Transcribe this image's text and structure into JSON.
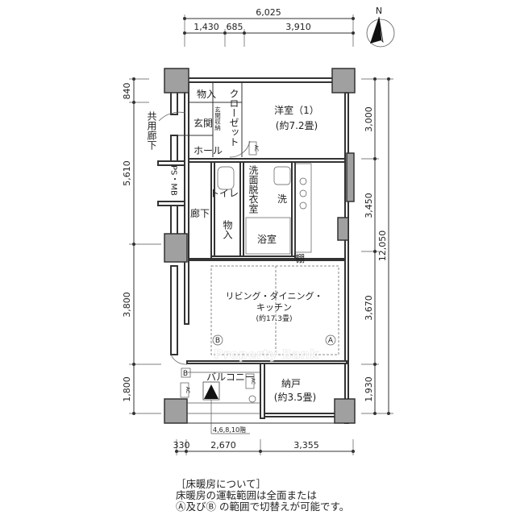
{
  "dimensions": {
    "top_total": "6,025",
    "top_parts": [
      "1,430",
      "685",
      "3,910"
    ],
    "left": [
      "840",
      "5,610",
      "3,800",
      "1,800"
    ],
    "right": [
      "3,000",
      "3,450",
      "3,670",
      "1,930"
    ],
    "right_total": "12,050",
    "bottom": [
      "330",
      "2,670",
      "3,355"
    ]
  },
  "compass": {
    "label": "N"
  },
  "rooms": {
    "storage_1": "物入",
    "closet": "クローゼット",
    "entrance_storage": "玄関収納",
    "entrance": "玄関",
    "western_room_name": "洋室（1）",
    "western_room_size": "(約7.2畳)",
    "shared_corridor": "共用廊下",
    "hall": "ホール",
    "ps_mb": "PS・MB",
    "washroom": "洗面脱衣室",
    "washer": "洗",
    "toilet": "トイレ",
    "corridor": "廊下",
    "storage_2": "物入",
    "bathroom": "浴室",
    "shelf": "棚",
    "ldk_line1": "リビング・ダイニング・",
    "ldk_line2": "キッチン",
    "ldk_size": "(約17.3畳)",
    "balcony": "バルコニー",
    "storeroom_name": "納戸",
    "storeroom_size": "(約3.5畳)",
    "ac": "AC",
    "zone_a": "A",
    "zone_b": "B",
    "floors_note": "4,6,8,10階"
  },
  "watermark": "Property Bank",
  "notes": {
    "title": "［床暖房について］",
    "line1": "床暖房の運転範囲は全面または",
    "line2": "Ⓐ及びⒷ の範囲で切替えが可能です。"
  }
}
